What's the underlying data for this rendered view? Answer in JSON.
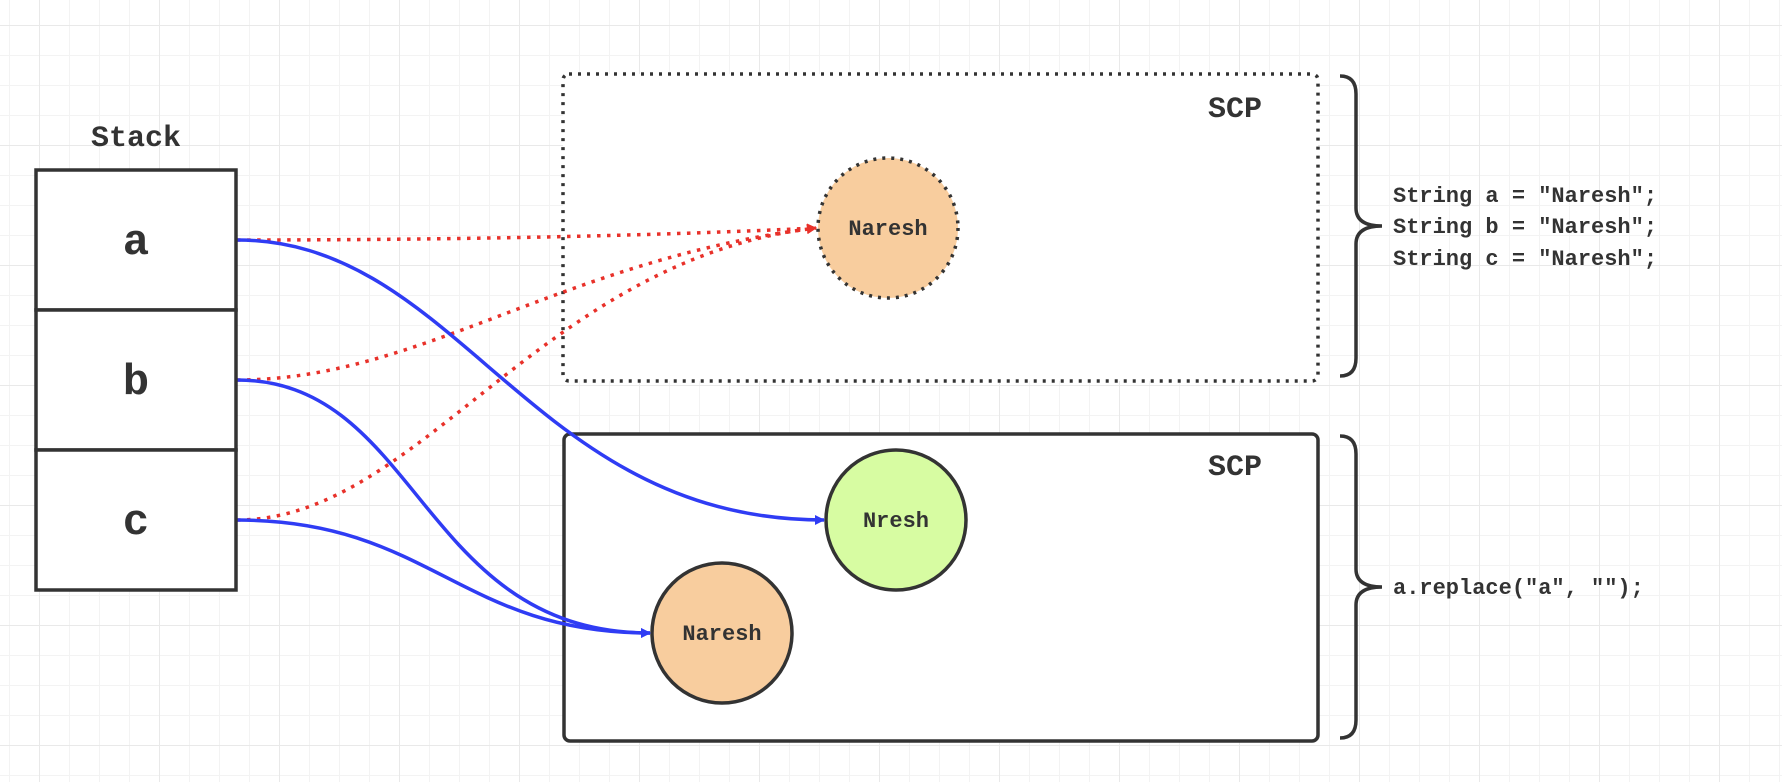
{
  "diagram": {
    "stack": {
      "title": "Stack",
      "cells": [
        {
          "id": "a",
          "label": "a"
        },
        {
          "id": "b",
          "label": "b"
        },
        {
          "id": "c",
          "label": "c"
        }
      ]
    },
    "pools": [
      {
        "id": "pool-top",
        "label": "SCP",
        "border": "dotted"
      },
      {
        "id": "pool-bottom",
        "label": "SCP",
        "border": "solid"
      }
    ],
    "nodes": [
      {
        "id": "naresh-top",
        "pool": "pool-top",
        "label": "Naresh",
        "fill": "#f8cd9e",
        "border": "dotted"
      },
      {
        "id": "nresh",
        "pool": "pool-bottom",
        "label": "Nresh",
        "fill": "#d7fca2",
        "border": "solid"
      },
      {
        "id": "naresh-bottom",
        "pool": "pool-bottom",
        "label": "Naresh",
        "fill": "#f8cd9e",
        "border": "solid"
      }
    ],
    "edges": [
      {
        "from": "a",
        "to": "naresh-top",
        "style": "dotted",
        "color": "#e8312a"
      },
      {
        "from": "b",
        "to": "naresh-top",
        "style": "dotted",
        "color": "#e8312a"
      },
      {
        "from": "c",
        "to": "naresh-top",
        "style": "dotted",
        "color": "#e8312a"
      },
      {
        "from": "a",
        "to": "nresh",
        "style": "solid",
        "color": "#2f3cf4"
      },
      {
        "from": "b",
        "to": "naresh-bottom",
        "style": "solid",
        "color": "#2f3cf4"
      },
      {
        "from": "c",
        "to": "naresh-bottom",
        "style": "solid",
        "color": "#2f3cf4"
      }
    ],
    "annotations": [
      {
        "brace_for": "pool-top",
        "lines": [
          "String a = \"Naresh\";",
          "String b = \"Naresh\";",
          "String c = \"Naresh\";"
        ]
      },
      {
        "brace_for": "pool-bottom",
        "lines": [
          "a.replace(\"a\", \"\");"
        ]
      }
    ]
  }
}
